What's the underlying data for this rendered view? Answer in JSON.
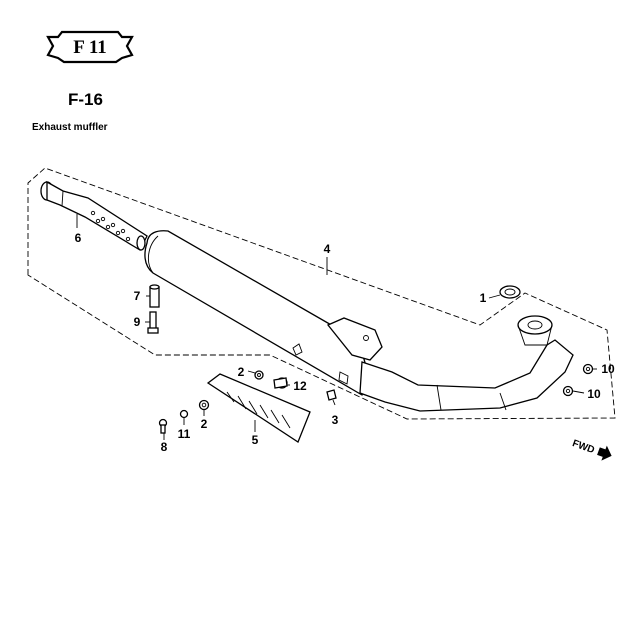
{
  "header": {
    "badge": "F 11",
    "section": "F-16",
    "subtitle": "Exhaust muffler"
  },
  "callouts": [
    {
      "id": "1",
      "label": "1"
    },
    {
      "id": "2a",
      "label": "2"
    },
    {
      "id": "2b",
      "label": "2"
    },
    {
      "id": "3",
      "label": "3"
    },
    {
      "id": "4",
      "label": "4"
    },
    {
      "id": "5",
      "label": "5"
    },
    {
      "id": "6",
      "label": "6"
    },
    {
      "id": "7",
      "label": "7"
    },
    {
      "id": "8",
      "label": "8"
    },
    {
      "id": "9",
      "label": "9"
    },
    {
      "id": "10a",
      "label": "10"
    },
    {
      "id": "10b",
      "label": "10"
    },
    {
      "id": "11",
      "label": "11"
    },
    {
      "id": "12",
      "label": "12"
    }
  ],
  "direction": {
    "label": "FWD"
  }
}
